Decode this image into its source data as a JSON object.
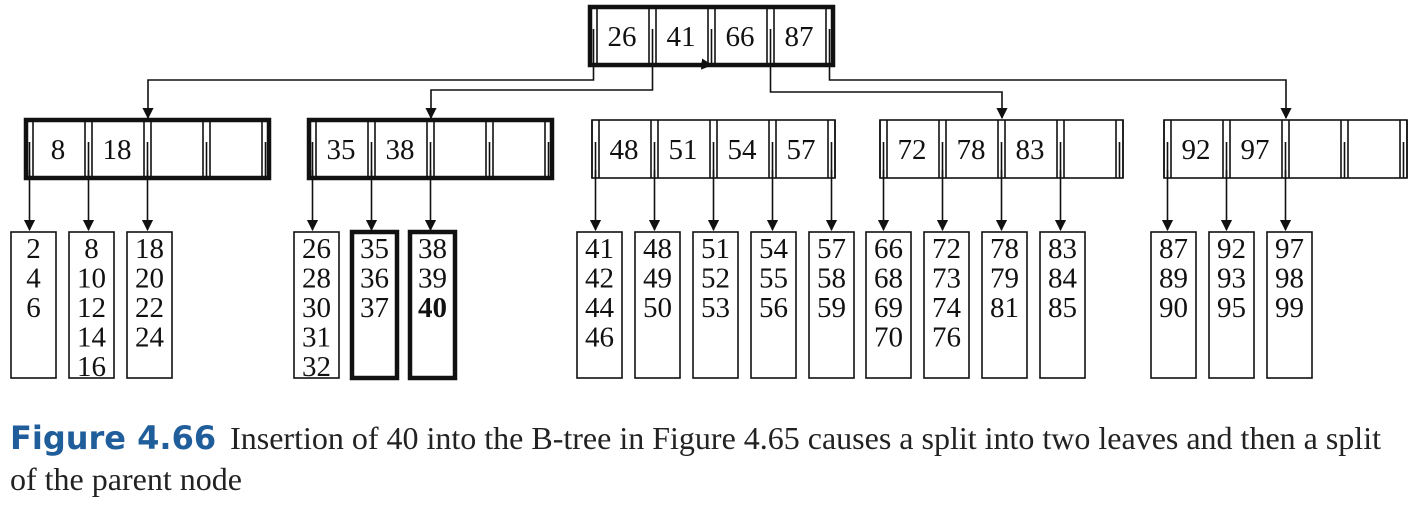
{
  "root": {
    "keys": [
      "26",
      "41",
      "66",
      "87"
    ]
  },
  "internal_nodes": [
    {
      "keys": [
        "8",
        "18"
      ],
      "highlight": true
    },
    {
      "keys": [
        "35",
        "38"
      ],
      "highlight": true
    },
    {
      "keys": [
        "48",
        "51",
        "54",
        "57"
      ],
      "highlight": false
    },
    {
      "keys": [
        "72",
        "78",
        "83"
      ],
      "highlight": false
    },
    {
      "keys": [
        "92",
        "97"
      ],
      "highlight": false
    }
  ],
  "leaves": [
    {
      "values": [
        "2",
        "4",
        "6"
      ]
    },
    {
      "values": [
        "8",
        "10",
        "12",
        "14",
        "16"
      ]
    },
    {
      "values": [
        "18",
        "20",
        "22",
        "24"
      ]
    },
    {
      "values": [
        "26",
        "28",
        "30",
        "31",
        "32"
      ]
    },
    {
      "values": [
        "35",
        "36",
        "37"
      ],
      "highlight": true
    },
    {
      "values": [
        "38",
        "39",
        "40"
      ],
      "highlight": true,
      "bold_value": "40"
    },
    {
      "values": [
        "41",
        "42",
        "44",
        "46"
      ]
    },
    {
      "values": [
        "48",
        "49",
        "50"
      ]
    },
    {
      "values": [
        "51",
        "52",
        "53"
      ]
    },
    {
      "values": [
        "54",
        "55",
        "56"
      ]
    },
    {
      "values": [
        "57",
        "58",
        "59"
      ]
    },
    {
      "values": [
        "66",
        "68",
        "69",
        "70"
      ]
    },
    {
      "values": [
        "72",
        "73",
        "74",
        "76"
      ]
    },
    {
      "values": [
        "78",
        "79",
        "81"
      ]
    },
    {
      "values": [
        "83",
        "84",
        "85"
      ]
    },
    {
      "values": [
        "87",
        "89",
        "90"
      ]
    },
    {
      "values": [
        "92",
        "93",
        "95"
      ]
    },
    {
      "values": [
        "97",
        "98",
        "99"
      ]
    }
  ],
  "caption": {
    "label": "Figure 4.66",
    "text": "Insertion of 40 into the B-tree in Figure 4.65 causes a split into two leaves and then a split of the parent node"
  },
  "colors": {
    "ink": "#111111",
    "caption_label": "#1f5d9b"
  }
}
